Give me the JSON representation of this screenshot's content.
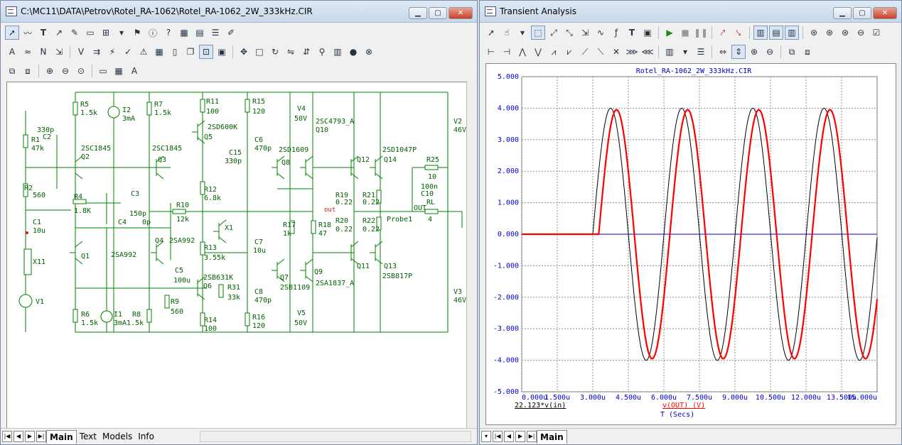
{
  "left_window": {
    "title": "C:\\MC11\\DATA\\Petrov\\Rotel_RA-1062\\Rotel_RA-1062_2W_333kHz.CIR",
    "tabs": [
      "Main",
      "Text",
      "Models",
      "Info"
    ]
  },
  "right_window": {
    "title": "Transient Analysis",
    "tabs": [
      "Main"
    ]
  },
  "schematic_labels": {
    "r5": "R5",
    "r5v": "1.5k",
    "i2": "I2",
    "i2v": "3mA",
    "r7": "R7",
    "r7v": "1.5k",
    "r11": "R11",
    "r11v": "100",
    "q5": "Q5",
    "q5t": "2SD600K",
    "r15": "R15",
    "r15v": "120",
    "v4": "V4",
    "v4v": "50V",
    "q10t": "2SC4793_A",
    "q10": "Q10",
    "v2": "V2",
    "v2v": "46V",
    "c2v": "330p",
    "c2": "C2",
    "r1": "R1",
    "r1v": "47k",
    "q2t": "2SC1845",
    "q2": "Q2",
    "q3t": "2SC1845",
    "q3": "Q3",
    "c6": "C6",
    "c6v": "470p",
    "c15": "C15",
    "c15v": "330p",
    "q8t": "2SD1609",
    "q8": "Q8",
    "q12": "Q12",
    "q14t": "2SD1047P",
    "q14": "Q14",
    "r25": "R25",
    "r25v": "10",
    "c10v": "100n",
    "c10": "C10",
    "rl": "RL",
    "rlv": "4",
    "out": "OUT",
    "out_small": "out",
    "r2": "R2",
    "r2v": "560",
    "r4": "R4",
    "r4v": "1.8K",
    "c3": "C3",
    "c3v": "150p",
    "c4": "C4",
    "c4v": "0p",
    "r10": "R10",
    "r10v": "12k",
    "r12": "R12",
    "r12v": "6.8k",
    "x1": "X1",
    "r17": "R17",
    "r17v": "1k",
    "r18": "R18",
    "r18v": "47",
    "r19": "R19",
    "r19v": "0.22",
    "r21": "R21",
    "r21v": "0.22",
    "r20": "R20",
    "r20v": "0.22",
    "r22": "R22",
    "r22v": "0.22",
    "probe": "Probe1",
    "c1": "C1",
    "c1v": "10u",
    "q4": "Q4",
    "q4t": "2SA992",
    "q1": "Q1",
    "q1t": "2SA992",
    "r13": "R13",
    "r13v": "3.55k",
    "c7": "C7",
    "c7v": "10u",
    "q11": "Q11",
    "q13": "Q13",
    "q13t": "2SB817P",
    "x11": "X11",
    "c5": "C5",
    "c5v": "100u",
    "q6t": "2SB631K",
    "q6": "Q6",
    "r31": "R31",
    "r31v": "33k",
    "q7": "Q7",
    "q7t": "2SB1109",
    "q9": "Q9",
    "q9t": "2SA1837_A",
    "v3": "V3",
    "v3v": "46V",
    "r9": "R9",
    "r9v": "560",
    "c8": "C8",
    "c8v": "470p",
    "v1": "V1",
    "r6": "R6",
    "r6v": "1.5k",
    "i1": "I1",
    "i1v": "3mA1.5k",
    "r8": "R8",
    "r14": "R14",
    "r14v": "100",
    "r16": "R16",
    "r16v": "120",
    "v5": "V5",
    "v5v": "50V"
  },
  "chart_data": {
    "type": "line",
    "title": "Rotel_RA-1062_2W_333kHz.CIR",
    "xlabel": "T (Secs)",
    "ylabel": "",
    "x_tick_labels": [
      "0.000u",
      "1.500u",
      "3.000u",
      "4.500u",
      "6.000u",
      "7.500u",
      "9.000u",
      "10.500u",
      "12.000u",
      "13.500u",
      "15.000u"
    ],
    "y_tick_labels": [
      "5.000",
      "4.000",
      "3.000",
      "2.000",
      "1.000",
      "0.000",
      "-1.000",
      "-2.000",
      "-3.000",
      "-4.000",
      "-5.000"
    ],
    "xlim": [
      0,
      15
    ],
    "ylim": [
      -5,
      5
    ],
    "grid": true,
    "colors": {
      "input": "#000000",
      "output": "#ff0000",
      "baseline": "#0000cc",
      "grid": "#909090",
      "axis_text": "#0000cc"
    },
    "series": [
      {
        "name": "22.123*v(in)",
        "color": "#000000",
        "amplitude": 4.0,
        "frequency_mhz": 0.333,
        "start_us": 3.0,
        "phase_delay_us": 0.0
      },
      {
        "name": "v(OUT) (V)",
        "color": "#ff0000",
        "amplitude": 3.95,
        "frequency_mhz": 0.333,
        "start_us": 3.0,
        "phase_delay_us": 0.25
      }
    ]
  }
}
